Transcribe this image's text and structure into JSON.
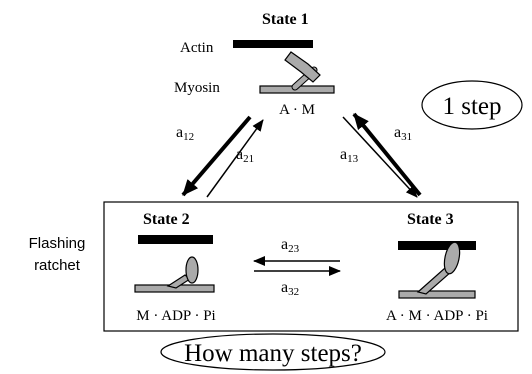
{
  "states": {
    "s1": {
      "title": "State 1",
      "actin_label": "Actin",
      "myosin_label": "Myosin",
      "complex": "A · M"
    },
    "s2": {
      "title": "State 2",
      "complex": "M · ADP · Pi"
    },
    "s3": {
      "title": "State 3",
      "complex": "A · M · ADP · Pi"
    }
  },
  "rates": {
    "a12": {
      "base": "a",
      "sub": "12"
    },
    "a21": {
      "base": "a",
      "sub": "21"
    },
    "a13": {
      "base": "a",
      "sub": "13"
    },
    "a31": {
      "base": "a",
      "sub": "31"
    },
    "a23": {
      "base": "a",
      "sub": "23"
    },
    "a32": {
      "base": "a",
      "sub": "32"
    }
  },
  "box_label": {
    "line1": "Flashing",
    "line2": "ratchet"
  },
  "callouts": {
    "one_step": "1 step",
    "how_many": "How many steps?"
  },
  "colors": {
    "actin": "#000000",
    "myosin": "#aaaaaa",
    "line": "#000000"
  }
}
